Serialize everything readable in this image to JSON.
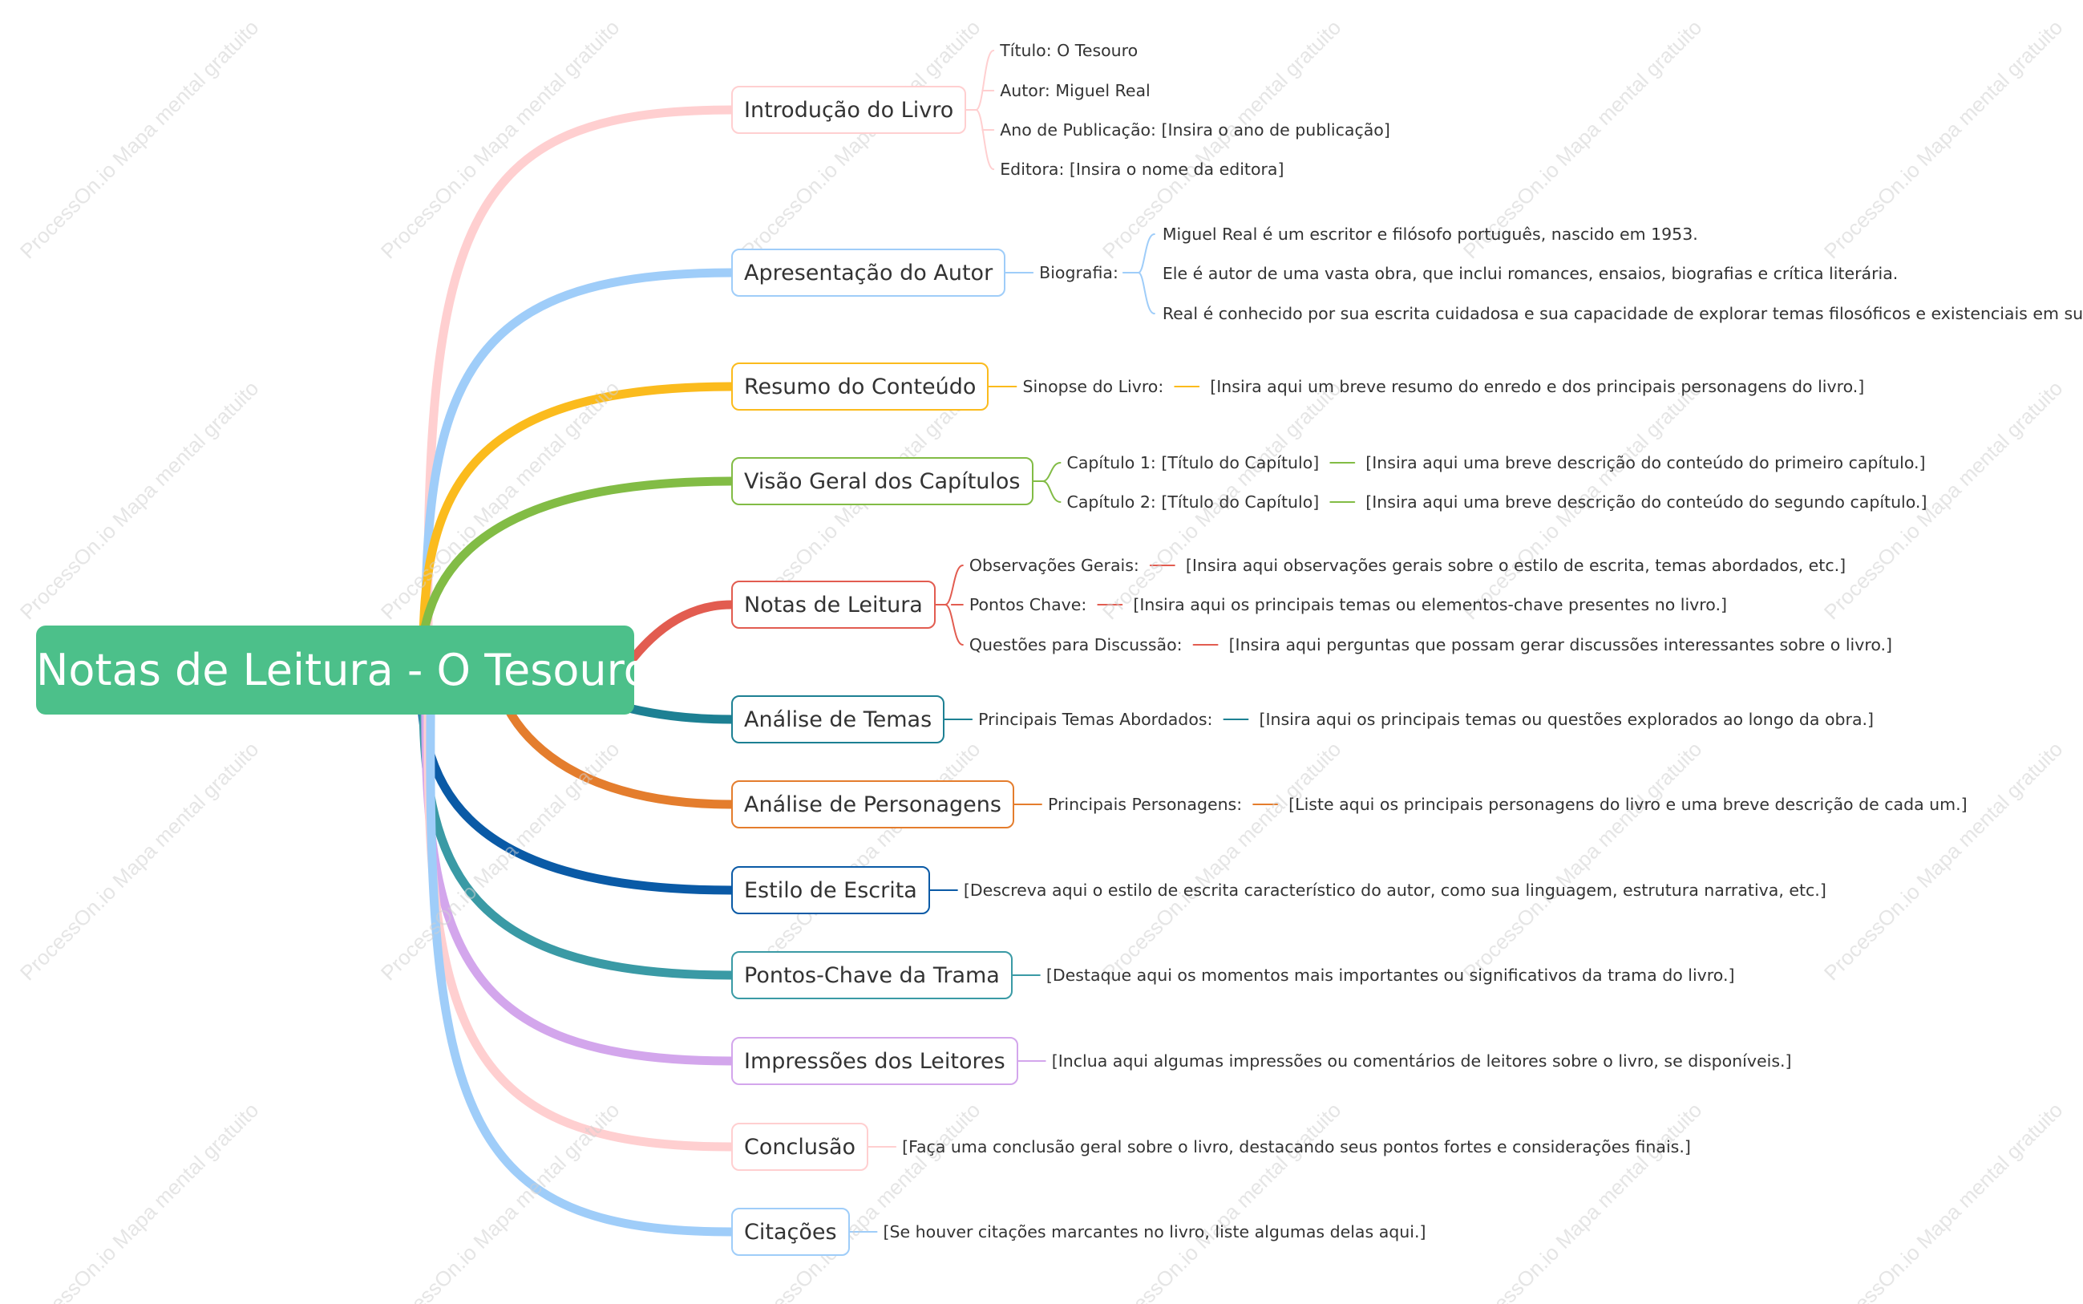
{
  "root": {
    "label": "Notas de Leitura - O Tesouro"
  },
  "watermark": "ProcessOn.io Mapa mental gratuito",
  "branches": [
    {
      "id": "intro",
      "label": "Introdução do Livro",
      "color": "#ffcfd0",
      "children": [
        {
          "text": "Título: O Tesouro"
        },
        {
          "text": "Autor: Miguel Real"
        },
        {
          "text": "Ano de Publicação: [Insira o ano de publicação]"
        },
        {
          "text": "Editora: [Insira o nome da editora]"
        }
      ]
    },
    {
      "id": "autor",
      "label": "Apresentação do Autor",
      "color": "#9fcdf9",
      "children": [
        {
          "text": "Biografia:",
          "children": [
            {
              "text": "Miguel Real é um escritor e filósofo português, nascido em 1953."
            },
            {
              "text": "Ele é autor de uma vasta obra, que inclui romances, ensaios, biografias e crítica literária."
            },
            {
              "text": "Real é conhecido por sua escrita cuidadosa e sua capacidade de explorar temas filosóficos e existenciais em suas obras."
            }
          ]
        }
      ]
    },
    {
      "id": "resumo",
      "label": "Resumo do Conteúdo",
      "color": "#fbbb1d",
      "children": [
        {
          "text": "Sinopse do Livro:",
          "children": [
            {
              "text": "[Insira aqui um breve resumo do enredo e dos principais personagens do livro.]"
            }
          ]
        }
      ]
    },
    {
      "id": "capitulos",
      "label": "Visão Geral dos Capítulos",
      "color": "#82bc45",
      "children": [
        {
          "text": "Capítulo 1: [Título do Capítulo]",
          "children": [
            {
              "text": "[Insira aqui uma breve descrição do conteúdo do primeiro capítulo.]"
            }
          ]
        },
        {
          "text": "Capítulo 2: [Título do Capítulo]",
          "children": [
            {
              "text": "[Insira aqui uma breve descrição do conteúdo do segundo capítulo.]"
            }
          ]
        }
      ]
    },
    {
      "id": "notas",
      "label": "Notas de Leitura",
      "color": "#e25c50",
      "children": [
        {
          "text": "Observações Gerais:",
          "children": [
            {
              "text": "[Insira aqui observações gerais sobre o estilo de escrita, temas abordados, etc.]"
            }
          ]
        },
        {
          "text": "Pontos Chave:",
          "children": [
            {
              "text": "[Insira aqui os principais temas ou elementos-chave presentes no livro.]"
            }
          ]
        },
        {
          "text": "Questões para Discussão:",
          "children": [
            {
              "text": "[Insira aqui perguntas que possam gerar discussões interessantes sobre o livro.]"
            }
          ]
        }
      ]
    },
    {
      "id": "temas",
      "label": "Análise de Temas",
      "color": "#1d8093",
      "children": [
        {
          "text": "Principais Temas Abordados:",
          "children": [
            {
              "text": "[Insira aqui os principais temas ou questões explorados ao longo da obra.]"
            }
          ]
        }
      ]
    },
    {
      "id": "personagens",
      "label": "Análise de Personagens",
      "color": "#e47d2d",
      "children": [
        {
          "text": "Principais Personagens:",
          "children": [
            {
              "text": "[Liste aqui os principais personagens do livro e uma breve descrição de cada um.]"
            }
          ]
        }
      ]
    },
    {
      "id": "estilo",
      "label": "Estilo de Escrita",
      "color": "#0a5aa6",
      "children": [
        {
          "text": "[Descreva aqui o estilo de escrita característico do autor, como sua linguagem, estrutura narrativa, etc.]"
        }
      ]
    },
    {
      "id": "trama",
      "label": "Pontos-Chave da Trama",
      "color": "#3a9aa5",
      "children": [
        {
          "text": "[Destaque aqui os momentos mais importantes ou significativos da trama do livro.]"
        }
      ]
    },
    {
      "id": "impressoes",
      "label": "Impressões dos Leitores",
      "color": "#d3a6ec",
      "children": [
        {
          "text": "[Inclua aqui algumas impressões ou comentários de leitores sobre o livro, se disponíveis.]"
        }
      ]
    },
    {
      "id": "conclusao",
      "label": "Conclusão",
      "color": "#ffcfd0",
      "children": [
        {
          "text": "[Faça uma conclusão geral sobre o livro, destacando seus pontos fortes e considerações finais.]"
        }
      ]
    },
    {
      "id": "citacoes",
      "label": "Citações",
      "color": "#9fcdf9",
      "children": [
        {
          "text": "[Se houver citações marcantes no livro, liste algumas delas aqui.]"
        }
      ]
    }
  ]
}
